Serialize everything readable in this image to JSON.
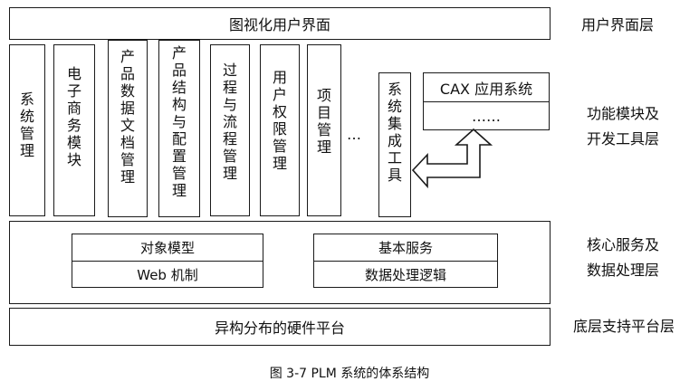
{
  "layers": {
    "ui": "用户界面层",
    "function_line1": "功能模块及",
    "function_line2": "开发工具层",
    "core_line1": "核心服务及",
    "core_line2": "数据处理层",
    "base": "底层支持平台层"
  },
  "gui_bar": "图视化用户界面",
  "modules": [
    "系统管理",
    "电子商务模块",
    "产品数据文档管理",
    "产品结构与配置管理",
    "过程与流程管理",
    "用户权限管理",
    "项目管理"
  ],
  "ellipsis": "…",
  "integration_tool": "系统集成工具",
  "cax": {
    "title": "CAX 应用系统",
    "more": "……"
  },
  "core": {
    "object_model": "对象模型",
    "web_mechanism": "Web 机制",
    "basic_service": "基本服务",
    "data_logic": "数据处理逻辑"
  },
  "platform": "异构分布的硬件平台",
  "caption": "图 3-7 PLM 系统的体系结构"
}
